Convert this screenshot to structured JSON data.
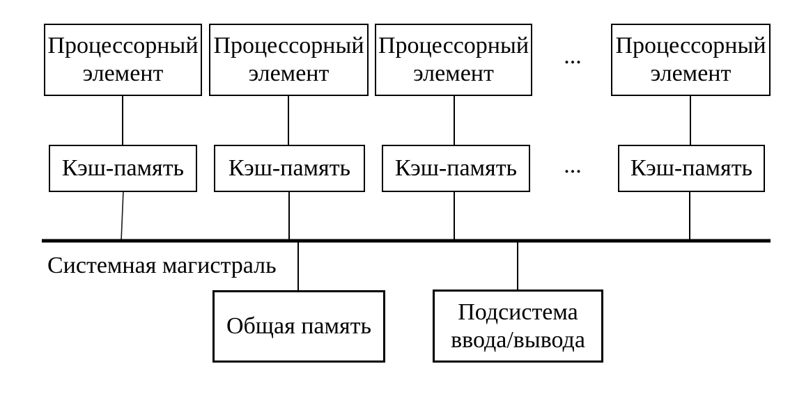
{
  "colors": {
    "background": "#ffffff",
    "ink": "#000000"
  },
  "diagram": {
    "processor_row": {
      "boxes": [
        "Процессорный\nэлемент",
        "Процессорный\nэлемент",
        "Процессорный\nэлемент",
        "Процессорный\nэлемент"
      ],
      "ellipsis": "..."
    },
    "cache_row": {
      "boxes": [
        "Кэш-память",
        "Кэш-память",
        "Кэш-память",
        "Кэш-память"
      ],
      "ellipsis": "..."
    },
    "bus": {
      "label": "Системная магистраль"
    },
    "bottom_row": {
      "shared_memory": "Общая память",
      "io_subsystem": "Подсистема\nввода/вывода"
    }
  }
}
